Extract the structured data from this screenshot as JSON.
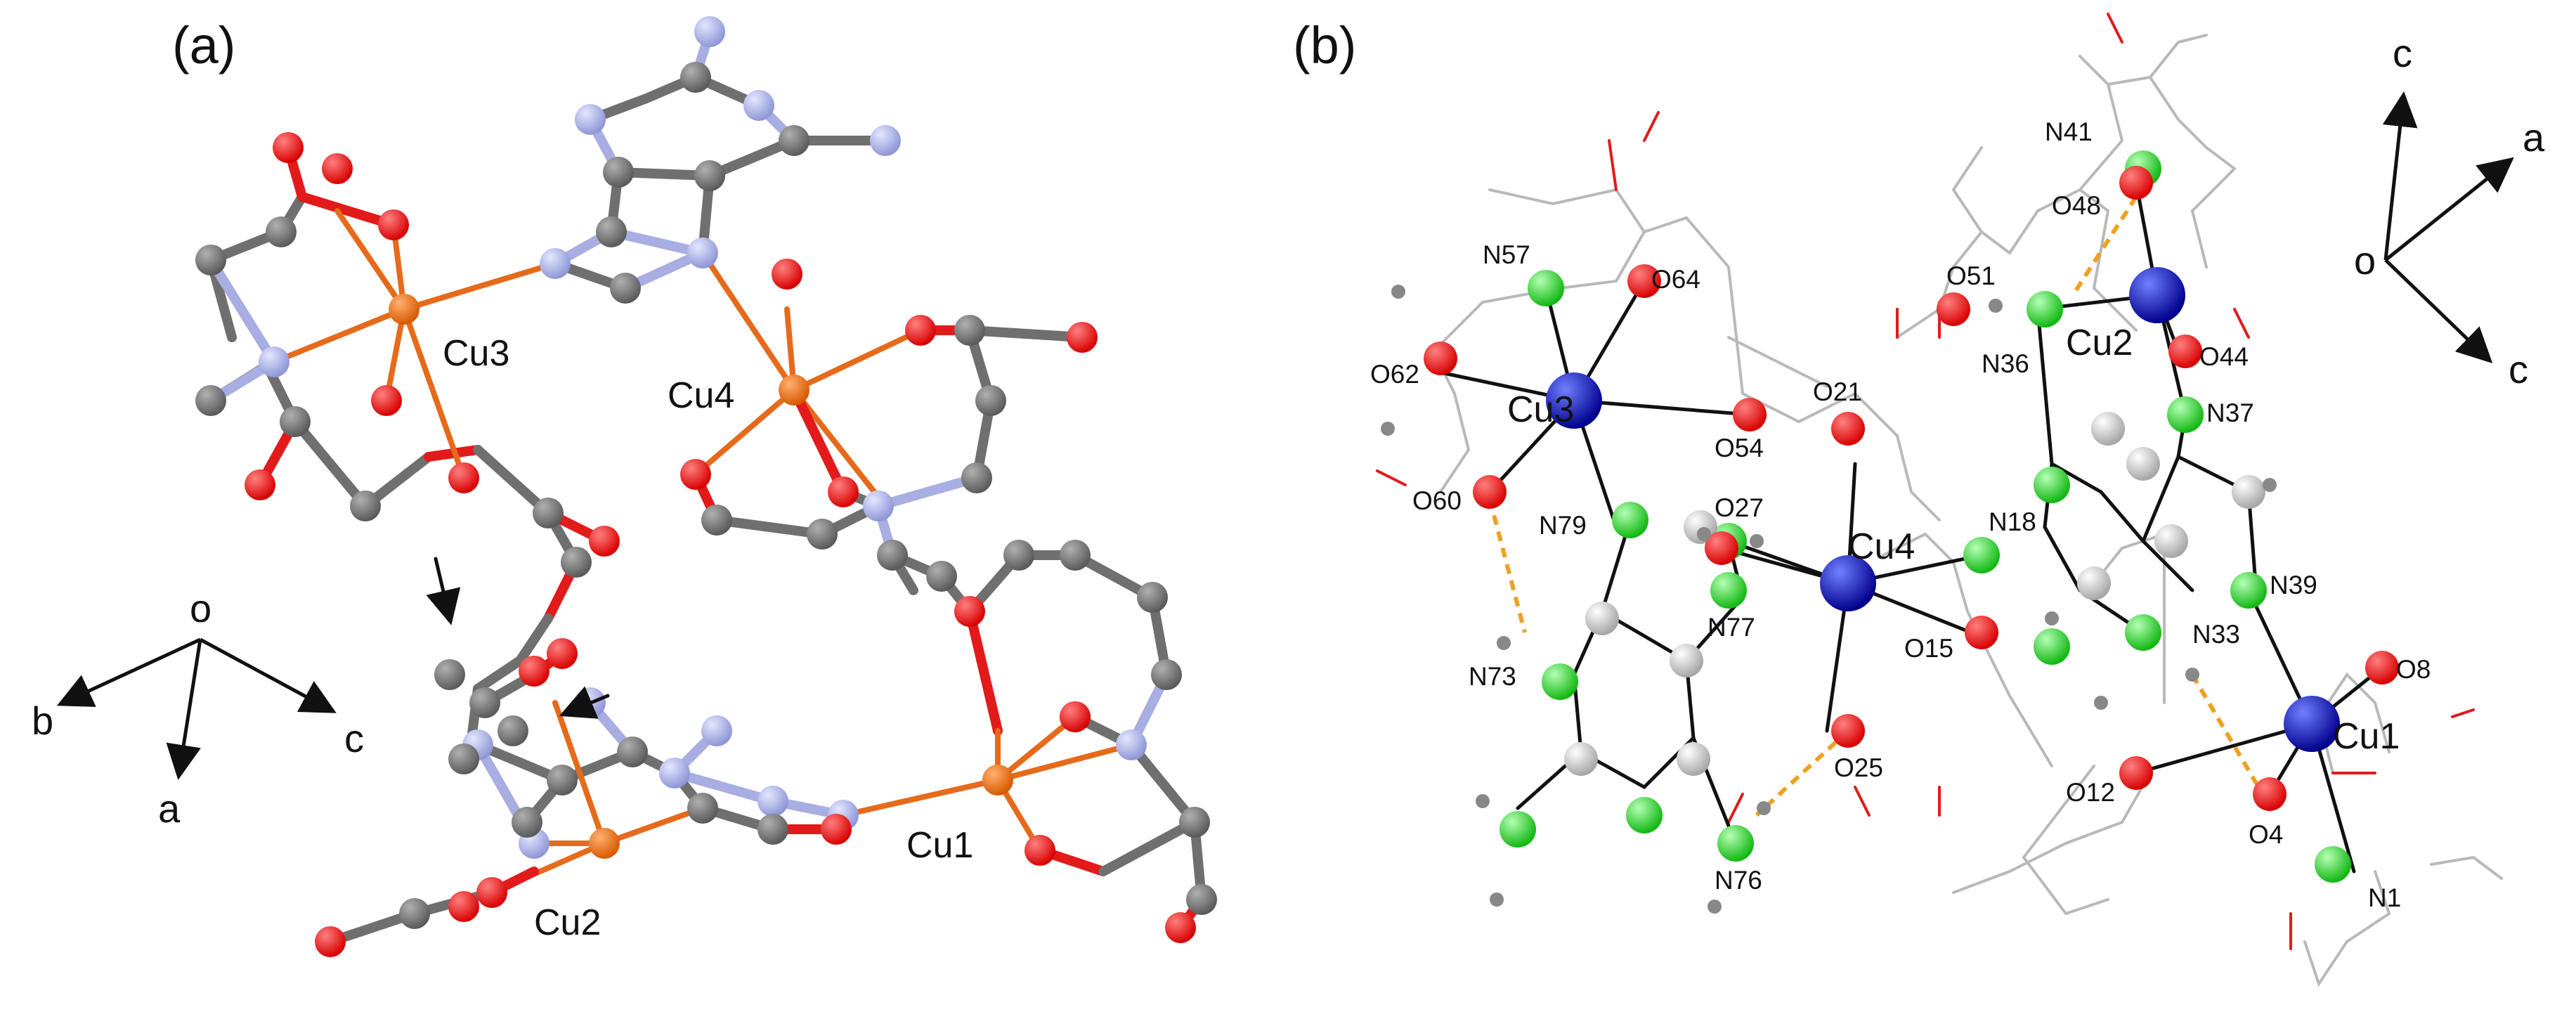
{
  "panels": {
    "a": {
      "label": "(a)",
      "metal_labels": [
        "Cu3",
        "Cu4",
        "Cu1",
        "Cu2"
      ],
      "axes": {
        "origin": "o",
        "labels": [
          "b",
          "a",
          "c"
        ]
      },
      "colors": {
        "copper": "#e8690f",
        "oxygen": "#e21010",
        "nitrogen": "#a8aee2",
        "carbon": "#6d6d6d"
      }
    },
    "b": {
      "label": "(b)",
      "metal_labels": [
        "Cu3",
        "Cu4",
        "Cu2",
        "Cu1"
      ],
      "atom_labels": [
        "N57",
        "O64",
        "O62",
        "O60",
        "N79",
        "O54",
        "O21",
        "O27",
        "N77",
        "N73",
        "N18",
        "O15",
        "O25",
        "N76",
        "N41",
        "O48",
        "O51",
        "N36",
        "O44",
        "N37",
        "N39",
        "N33",
        "O8",
        "O12",
        "O4",
        "N1"
      ],
      "axes": {
        "origin": "o",
        "labels": [
          "c",
          "a",
          "c"
        ]
      },
      "colors": {
        "copper": "#0a0ad0",
        "oxygen": "#e21010",
        "nitrogen": "#22e022",
        "carbon": "#c8c8c8",
        "hbond": "#f0a020"
      }
    }
  }
}
